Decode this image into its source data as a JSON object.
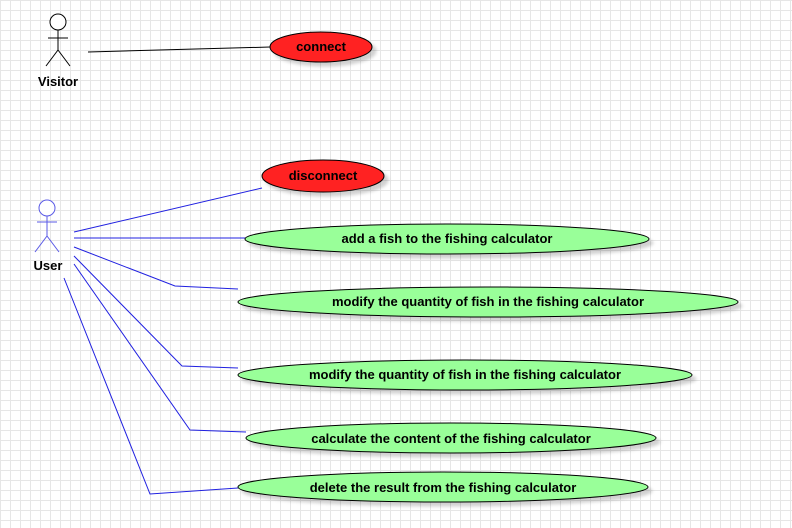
{
  "actors": {
    "visitor": {
      "label": "Visitor",
      "color": "#000000"
    },
    "user": {
      "label": "User",
      "color": "#5a5ae6"
    }
  },
  "use_cases": {
    "connect": {
      "label": "connect",
      "fill": "#ff2020"
    },
    "disconnect": {
      "label": "disconnect",
      "fill": "#ff2020"
    },
    "add_fish": {
      "label": "add a fish to the fishing calculator",
      "fill": "#99ff99"
    },
    "modify_quantity_1": {
      "label": "modify the quantity of fish in the fishing calculator",
      "fill": "#99ff99"
    },
    "modify_quantity_2": {
      "label": "modify the quantity of fish in the fishing calculator",
      "fill": "#99ff99"
    },
    "calculate": {
      "label": "calculate the content of the fishing calculator",
      "fill": "#99ff99"
    },
    "delete_result": {
      "label": "delete the result from the fishing calculator",
      "fill": "#99ff99"
    }
  },
  "associations": {
    "visitor_line_color": "#000000",
    "user_line_color": "#2020e0"
  }
}
